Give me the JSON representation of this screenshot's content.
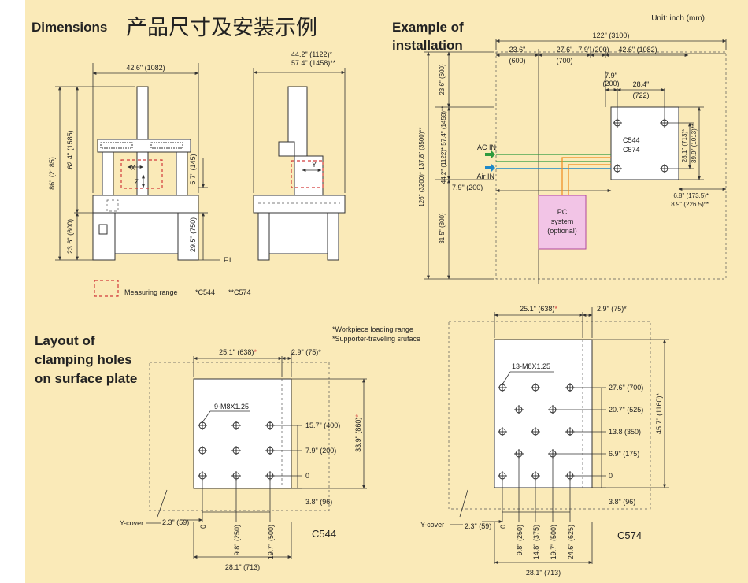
{
  "header": {
    "dimensions_title": "Dimensions",
    "chinese_title": "产品尺寸及安装示例",
    "installation_title_line1": "Example of",
    "installation_title_line2": "installation",
    "unit": "Unit: inch (mm)"
  },
  "front_view": {
    "width": "42.6\" (1082)",
    "height_total": "86\" (2185)",
    "height_upper": "62.4\" (1585)",
    "height_lower": "23.6\" (600)",
    "z_offset": "5.7\" (145)",
    "table_height": "29.5\" (750)",
    "x_label": "X",
    "z_label": "Z",
    "fl_label": "F.L"
  },
  "side_view": {
    "depth_c544": "44.2\" (1122)*",
    "depth_c574": "57.4\" (1458)**",
    "y_label": "Y"
  },
  "legend": {
    "measuring_range": "Measuring range",
    "c544_note": "*C544",
    "c574_note": "**C574"
  },
  "installation": {
    "total_width": "122\" (3100)",
    "seg1": "23.6\"",
    "seg1_mm": "(600)",
    "seg2": "27.6\"",
    "seg2_mm": "(700)",
    "seg3": "7.9\" (200)",
    "seg4": "42.6\" (1082)",
    "gap_top": "7.9\"",
    "gap_top_mm": "(200)",
    "inner_width": "28.4\"",
    "inner_width_mm": "(722)",
    "left_top": "23.6\" (600)",
    "left_mid": "44.2\" (1122)* 57.4\" (1458)**",
    "left_full": "126\" (3200)* 137.8\" (3500)**",
    "left_bottom": "31.5\" (800)",
    "bottom_left": "7.9\" (200)",
    "right_v1": "28.1\" (713)*",
    "right_v2": "39.9\" (1013)**",
    "right_h1": "6.8\" (173.5)*",
    "right_h2": "8.9\" (226.5)**",
    "ac_in": "AC IN",
    "air_in": "Air IN",
    "machine_line1": "C544",
    "machine_line2": "C574",
    "pc_line1": "PC",
    "pc_line2": "system",
    "pc_line3": "(optional)"
  },
  "clamping": {
    "title_line1": "Layout of",
    "title_line2": "clamping holes",
    "title_line3": "on surface plate",
    "note1": "*Workpiece loading range",
    "note2": "*Supporter-traveling sruface",
    "c544": {
      "model": "C544",
      "holes_label": "9-M8X1.25",
      "top_width": "25.1\" (638)",
      "top_width_star": "*",
      "top_right": "2.9\" (75)*",
      "right_height": "33.9\" (860)",
      "right_height_star": "*",
      "row_labels": [
        "15.7\" (400)",
        "7.9\" (200)",
        "0"
      ],
      "bottom_right": "3.8\" (96)",
      "ycover": "Y-cover",
      "left_offset": "2.3\" (59)",
      "col_labels": [
        "0",
        "9.8\" (250)",
        "19.7\" (500)"
      ],
      "bottom_width": "28.1\" (713)"
    },
    "c574": {
      "model": "C574",
      "holes_label": "13-M8X1.25",
      "top_width": "25.1\" (638)",
      "top_width_star": "*",
      "top_right": "2.9\" (75)*",
      "right_height": "45.7\" (1160)*",
      "row_labels": [
        "27.6\" (700)",
        "20.7\" (525)",
        "13.8 (350)",
        "6.9\" (175)",
        "0"
      ],
      "bottom_right": "3.8\" (96)",
      "ycover": "Y-cover",
      "left_offset": "2.3\" (59)",
      "col_labels": [
        "0",
        "9.8\" (250)",
        "14.8\" (375)",
        "19.7\" (500)",
        "24.6\" (625)"
      ],
      "bottom_width": "28.1\" (713)"
    }
  },
  "colors": {
    "background": "#faeab8",
    "measure_range": "#d23b3b",
    "pc_box": "#f2c4e6",
    "pc_border": "#b0479b",
    "ac_line": "#2e9a3e",
    "air_line": "#1e88c8",
    "pc_line": "#f08a1c"
  }
}
